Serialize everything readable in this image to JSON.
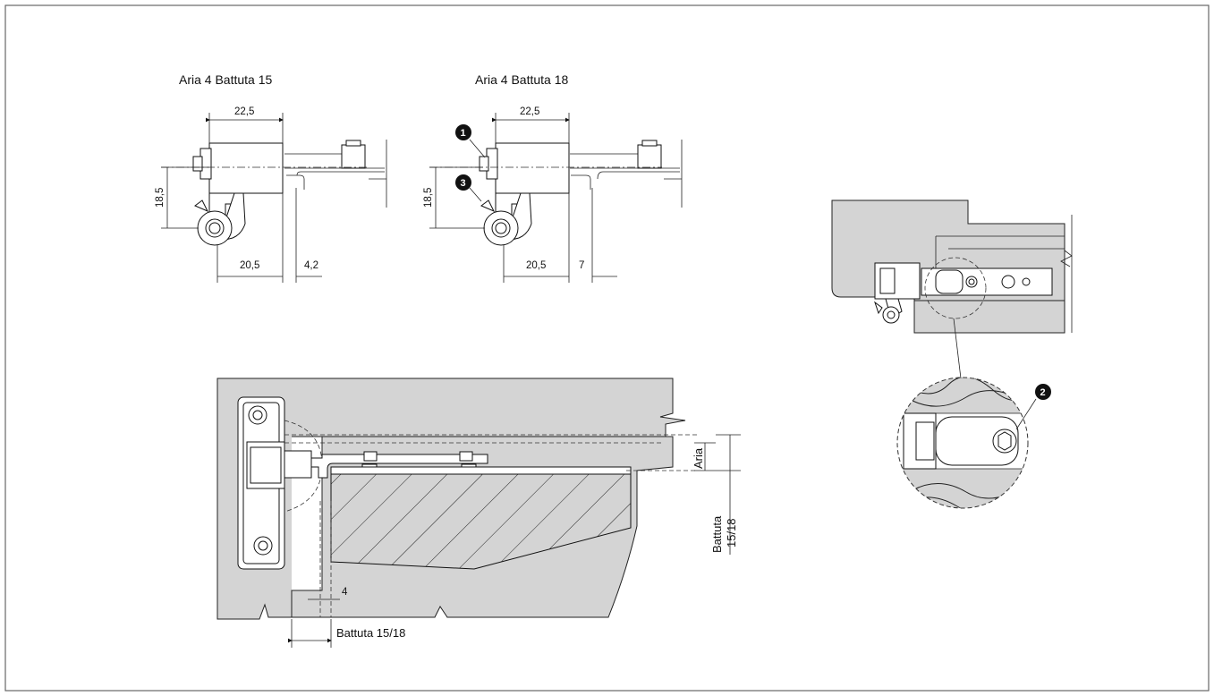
{
  "frame": {
    "border_color": "#666666",
    "fill_gray": "#d4d4d4"
  },
  "view_left": {
    "title": "Aria 4 Battuta 15",
    "dim_top": "22,5",
    "dim_side": "18,5",
    "dim_bottom": "20,5",
    "dim_gap": "4,2"
  },
  "view_right": {
    "title": "Aria 4 Battuta 18",
    "dim_top": "22,5",
    "dim_side": "18,5",
    "dim_bottom": "20,5",
    "dim_gap": "7",
    "callouts": [
      "1",
      "3"
    ]
  },
  "section": {
    "label_aria": "Aria",
    "label_battuta": "Battuta",
    "label_battuta_value": "15/18",
    "dim_small": "4",
    "label_bottom": "Battuta 15/18"
  },
  "detail": {
    "callout": "2"
  }
}
